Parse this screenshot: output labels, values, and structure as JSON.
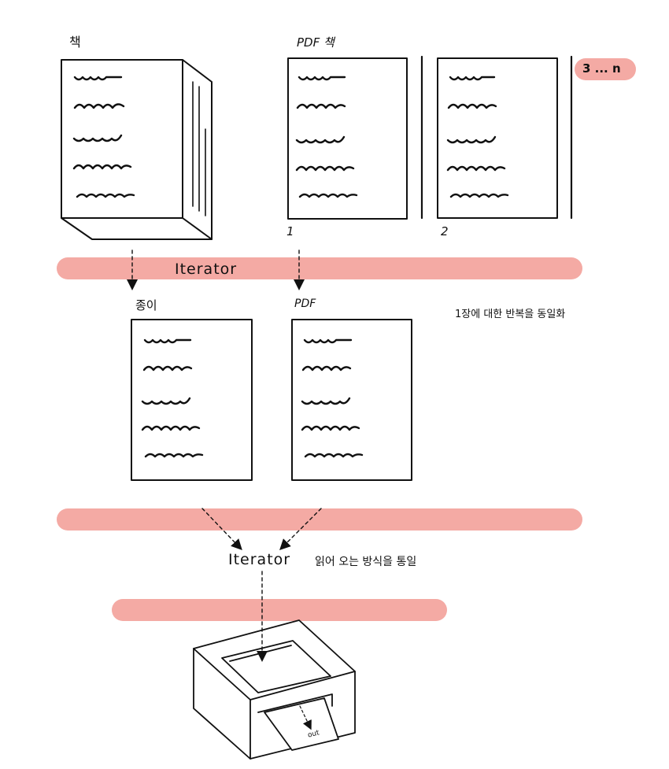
{
  "labels": {
    "book": "책",
    "pdf_book": "PDF 책",
    "range": "3 ... n",
    "page_1": "1",
    "page_2": "2",
    "iterator_1": "Iterator",
    "paper": "종이",
    "pdf": "PDF",
    "note_1": "1장에 대한 반복을 동일화",
    "iterator_2": "Iterator",
    "note_2": "읽어 오는 방식을 통일",
    "out": "out"
  },
  "colors": {
    "band": "#f4aaa4",
    "stroke": "#111111"
  }
}
